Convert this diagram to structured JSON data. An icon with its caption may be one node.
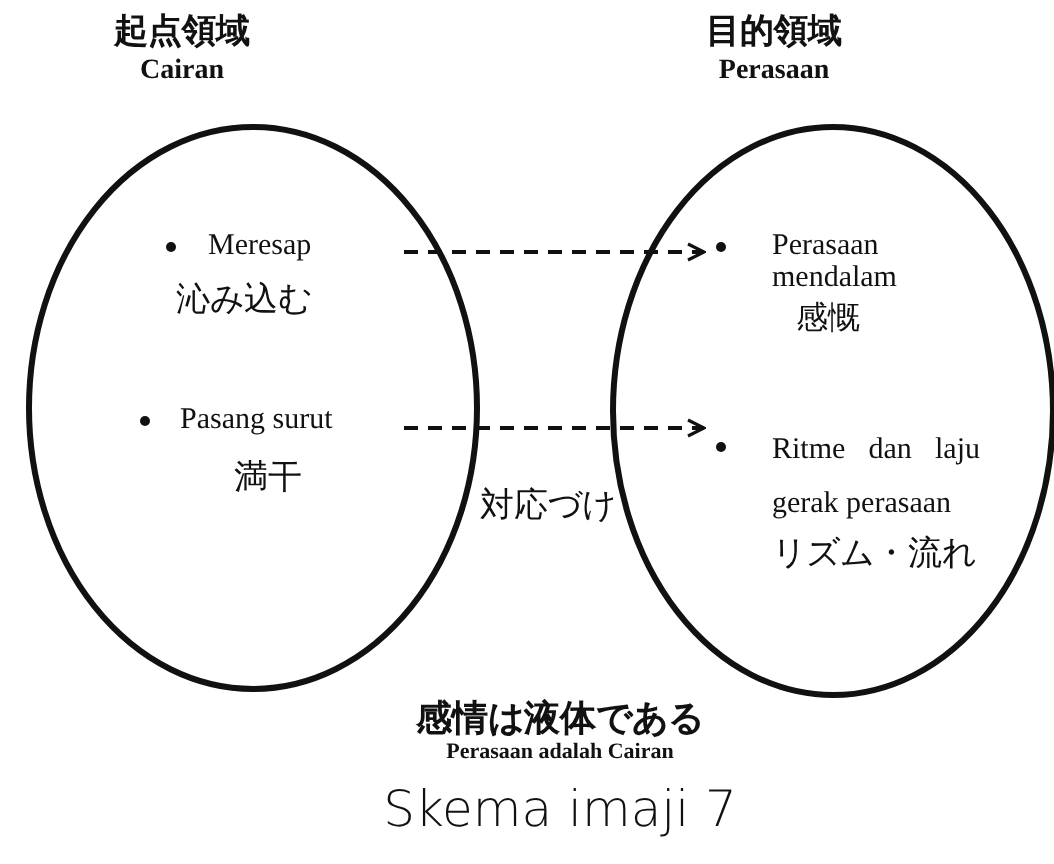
{
  "diagram": {
    "caption": "Skema imaji 7",
    "nodes": [
      {
        "text": [
          "起点領域",
          "Cairan"
        ]
      },
      {
        "text": [
          "目的領域",
          "Perasaan"
        ]
      },
      {
        "text": [
          "Meresap",
          "沁み込む"
        ],
        "in": 0
      },
      {
        "text": [
          "Pasang surut",
          "満干"
        ],
        "in": 0
      },
      {
        "text": [
          "Perasaan mendalam",
          "感慨"
        ],
        "in": 1
      },
      {
        "text": [
          "Ritme dan laju gerak perasaan",
          "リズム・流れ"
        ],
        "in": 1
      }
    ],
    "edges": [
      {
        "from": 2,
        "to": 4,
        "arrow": "to",
        "style": "dashed"
      },
      {
        "from": 3,
        "to": 5,
        "arrow": "to",
        "style": "dashed"
      }
    ],
    "labels": [
      "対応づけ",
      "感情は液体である",
      "Perasaan adalah Cairan"
    ]
  }
}
